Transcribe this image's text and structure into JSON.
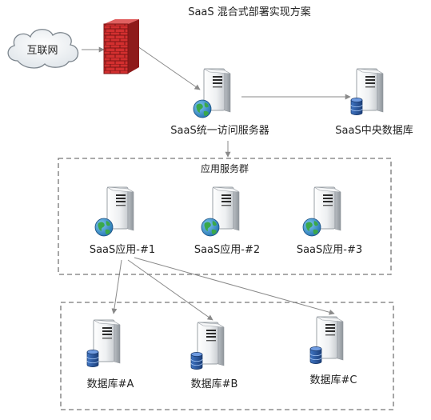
{
  "diagram": {
    "title": "SaaS 混合式部署实现方案",
    "internet": {
      "label": "互联网"
    },
    "access_server": {
      "label": "SaaS统一访问服务器"
    },
    "central_db": {
      "label": "SaaS中央数据库"
    },
    "app_cluster": {
      "label": "应用服务群",
      "apps": [
        {
          "label": "SaaS应用-#1"
        },
        {
          "label": "SaaS应用-#2"
        },
        {
          "label": "SaaS应用-#3"
        }
      ]
    },
    "databases": [
      {
        "label": "数据库#A"
      },
      {
        "label": "数据库#B"
      },
      {
        "label": "数据库#C"
      }
    ],
    "colors": {
      "arrow": "#8a8a8a",
      "group_border": "#777777",
      "firewall": "#c62828",
      "globe": "#2e86c1",
      "db_icon": "#2c5aa0"
    }
  }
}
